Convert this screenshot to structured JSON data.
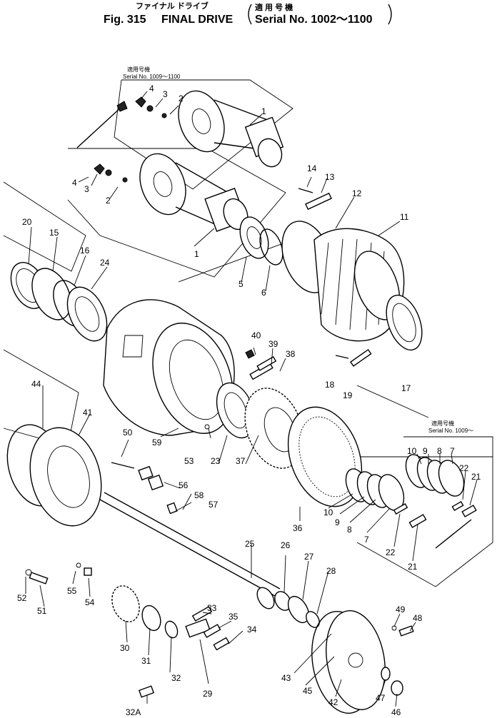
{
  "header": {
    "jp_title": "ファイナル ドライブ",
    "fig": "Fig. 315",
    "title": "FINAL DRIVE",
    "applic_jp": "適 用 号 機",
    "serial": "Serial No. 1002～1100"
  },
  "inset_notes": [
    {
      "jp": "適用号機",
      "serial": "Serial No. 1009～1100"
    },
    {
      "jp": "適用号機",
      "serial": "Serial No. 1009～"
    }
  ],
  "part_labels": [
    "1",
    "2",
    "3",
    "4",
    "1",
    "2",
    "3",
    "4",
    "5",
    "6",
    "11",
    "12",
    "13",
    "14",
    "15",
    "16",
    "17",
    "18",
    "19",
    "20",
    "24",
    "37",
    "38",
    "39",
    "40",
    "41",
    "44",
    "50",
    "53",
    "23",
    "59",
    "10",
    "9",
    "8",
    "7",
    "22",
    "21",
    "10",
    "9",
    "8",
    "7",
    "22",
    "21",
    "36",
    "56",
    "58",
    "57",
    "25",
    "26",
    "27",
    "28",
    "52",
    "51",
    "55",
    "54",
    "30",
    "31",
    "32",
    "32A",
    "29",
    "33",
    "35",
    "34",
    "43",
    "45",
    "42",
    "47",
    "46",
    "49",
    "48"
  ]
}
